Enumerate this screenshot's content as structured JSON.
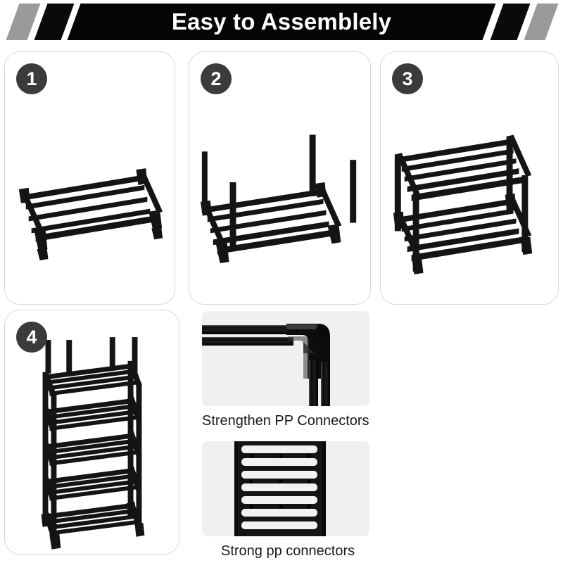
{
  "banner": {
    "title": "Easy to Assemblely",
    "background_color": "#050505",
    "text_color": "#ffffff",
    "stripe_gray": "#9a9a9a",
    "stripe_black": "#0a0a0a"
  },
  "steps": [
    {
      "number": "1",
      "name": "step-1",
      "description": "Single flat shelf frame with four cross bars"
    },
    {
      "number": "2",
      "name": "step-2",
      "description": "Shelf frame with four vertical corner poles inserted"
    },
    {
      "number": "3",
      "name": "step-3",
      "description": "Two-tier assembled rack"
    },
    {
      "number": "4",
      "name": "step-4",
      "description": "Completed five-tier tall shoe rack"
    }
  ],
  "features": [
    {
      "caption": "Strengthen PP Connectors",
      "image_name": "corner-elbow-connector-photo",
      "tile_color": "#f0f0f0"
    },
    {
      "caption": "Strong pp connectors",
      "image_name": "slatted-shelf-panel-photo",
      "tile_color": "#f0f0f0"
    }
  ],
  "colors": {
    "badge": "#3b3b3b",
    "card_border": "#d8d8d8",
    "metal": "#141414",
    "page_background": "#ffffff"
  }
}
